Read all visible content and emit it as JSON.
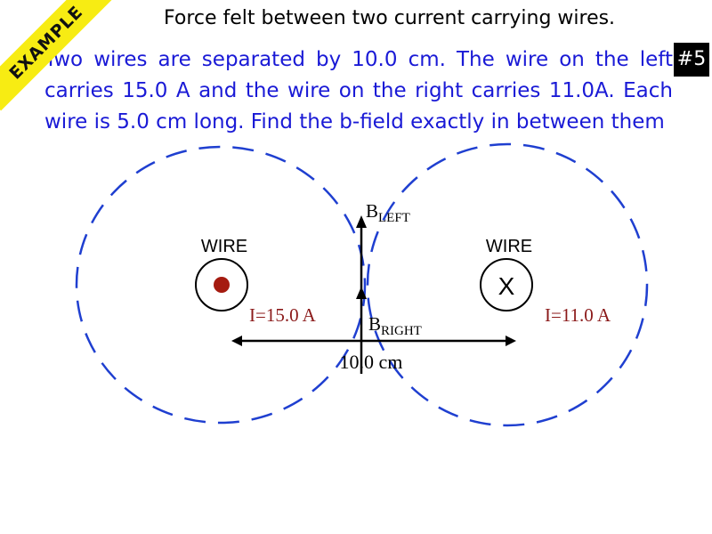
{
  "slide": {
    "title": "Force felt between two current carrying wires.",
    "badge": "#5",
    "ribbon": "EXAMPLE",
    "problem": "Two wires are separated by 10.0 cm. The wire on the left carries 15.0 A and the wire on the right carries 11.0A. Each wire is 5.0 cm long. Find the b-field exactly in between them"
  },
  "diagram": {
    "left_wire": {
      "label": "WIRE",
      "current": "I=15.0 A"
    },
    "right_wire": {
      "label": "WIRE",
      "current": "I=11.0 A",
      "symbol": "X"
    },
    "b_left": {
      "base": "B",
      "sub": "LEFT"
    },
    "b_right": {
      "base": "B",
      "sub": "RIGHT"
    },
    "separation": "10.0 cm"
  },
  "colors": {
    "text_blue": "#1a1ad6",
    "field_blue": "#1f3fd0",
    "current_red": "#8b1a1a",
    "dot_red": "#a51b10",
    "ribbon_yellow": "#f7ec13",
    "badge_black": "#000000"
  }
}
